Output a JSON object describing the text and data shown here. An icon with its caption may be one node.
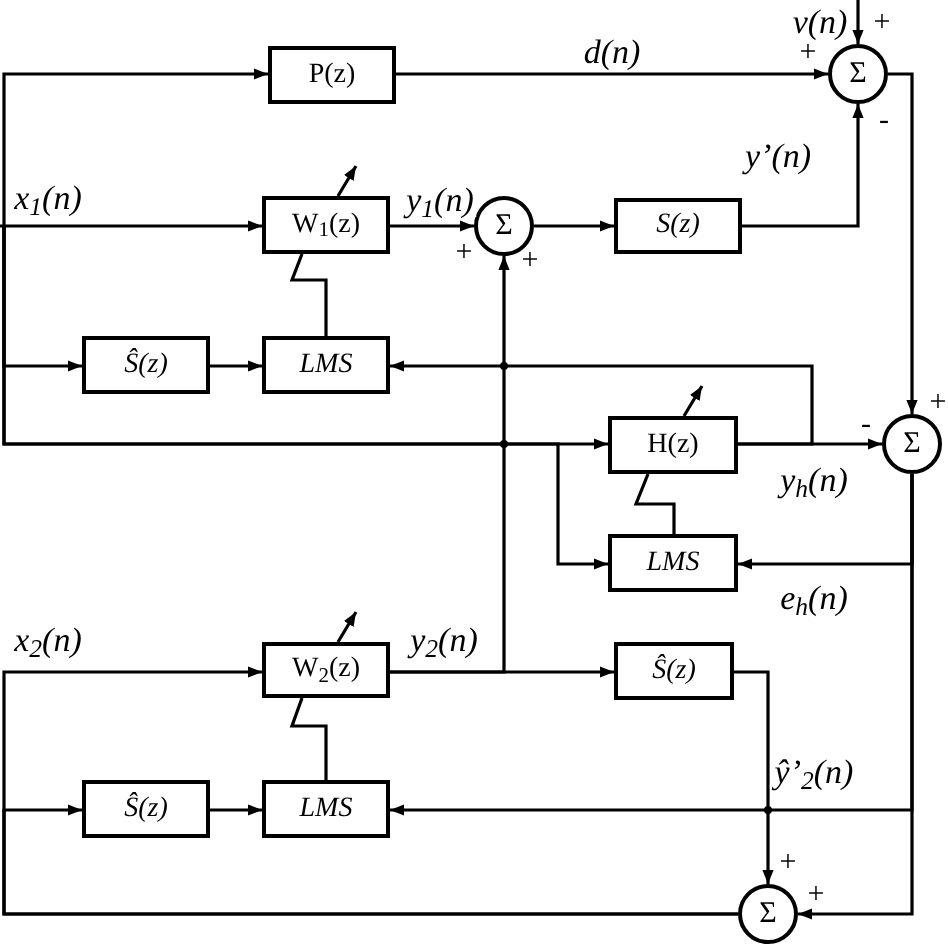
{
  "diagram": {
    "nodes": [
      {
        "text": [
          "P(z)"
        ]
      },
      {
        "text": [
          "Σ"
        ]
      },
      {
        "text": [
          "W$_{1}$(z)"
        ]
      },
      {
        "text": [
          "Σ"
        ]
      },
      {
        "text": [
          "S(z)"
        ]
      },
      {
        "text": [
          "Ŝ(z)"
        ]
      },
      {
        "text": [
          "LMS"
        ]
      },
      {
        "text": [
          "H(z)"
        ]
      },
      {
        "text": [
          "Σ"
        ]
      },
      {
        "text": [
          "LMS"
        ]
      },
      {
        "text": [
          "W$_{2}$(z)"
        ]
      },
      {
        "text": [
          "Ŝ(z)"
        ]
      },
      {
        "text": [
          "Ŝ(z)"
        ]
      },
      {
        "text": [
          "LMS"
        ]
      },
      {
        "text": [
          "Σ"
        ]
      }
    ],
    "edges": [
      {
        "from": null,
        "to": 2,
        "arrow": "to",
        "label": "x$_{1}$(n)"
      },
      {
        "from": null,
        "to": 0,
        "arrow": "to"
      },
      {
        "from": null,
        "to": 5,
        "arrow": "to"
      },
      {
        "from": null,
        "to": 7,
        "arrow": "to"
      },
      {
        "from": null,
        "to": 9,
        "arrow": "to"
      },
      {
        "from": 0,
        "to": 1,
        "arrow": "to",
        "label": "d(n)"
      },
      {
        "from": null,
        "to": 1,
        "arrow": "to",
        "label": "v(n)"
      },
      {
        "from": 2,
        "to": 3,
        "arrow": "to",
        "label": "y$_{1}$(n)"
      },
      {
        "from": 3,
        "to": 4,
        "arrow": "to"
      },
      {
        "from": 4,
        "to": 1,
        "arrow": "to",
        "label": "y’(n)"
      },
      {
        "from": 1,
        "to": 8,
        "arrow": "to"
      },
      {
        "from": 6,
        "to": 2,
        "arrow": "none"
      },
      {
        "from": 5,
        "to": 6,
        "arrow": "to"
      },
      {
        "from": 7,
        "to": 8,
        "arrow": "to",
        "label": "y$_{h}$(n)"
      },
      {
        "from": 7,
        "to": 6,
        "arrow": "to"
      },
      {
        "from": 9,
        "to": 7,
        "arrow": "none"
      },
      {
        "from": 8,
        "to": 9,
        "arrow": "to",
        "label": "e$_{h}$(n)"
      },
      {
        "from": 8,
        "to": 13,
        "arrow": "to"
      },
      {
        "from": 8,
        "to": 14,
        "arrow": "to"
      },
      {
        "from": 14,
        "to": 10,
        "arrow": "to",
        "label": "x$_{2}$(n)"
      },
      {
        "from": 14,
        "to": 12,
        "arrow": "to"
      },
      {
        "from": 10,
        "to": 11,
        "arrow": "to",
        "label": "y$_{2}$(n)"
      },
      {
        "from": 10,
        "to": 3,
        "arrow": "to"
      },
      {
        "from": 11,
        "to": 14,
        "arrow": "to",
        "label": "ŷ’$_{2}$(n)"
      },
      {
        "from": 12,
        "to": 13,
        "arrow": "to"
      },
      {
        "from": 13,
        "to": 10,
        "arrow": "none"
      }
    ],
    "labels": [
      "+",
      "+",
      "-",
      "+",
      "+",
      "-",
      "+",
      "+",
      "+"
    ]
  }
}
